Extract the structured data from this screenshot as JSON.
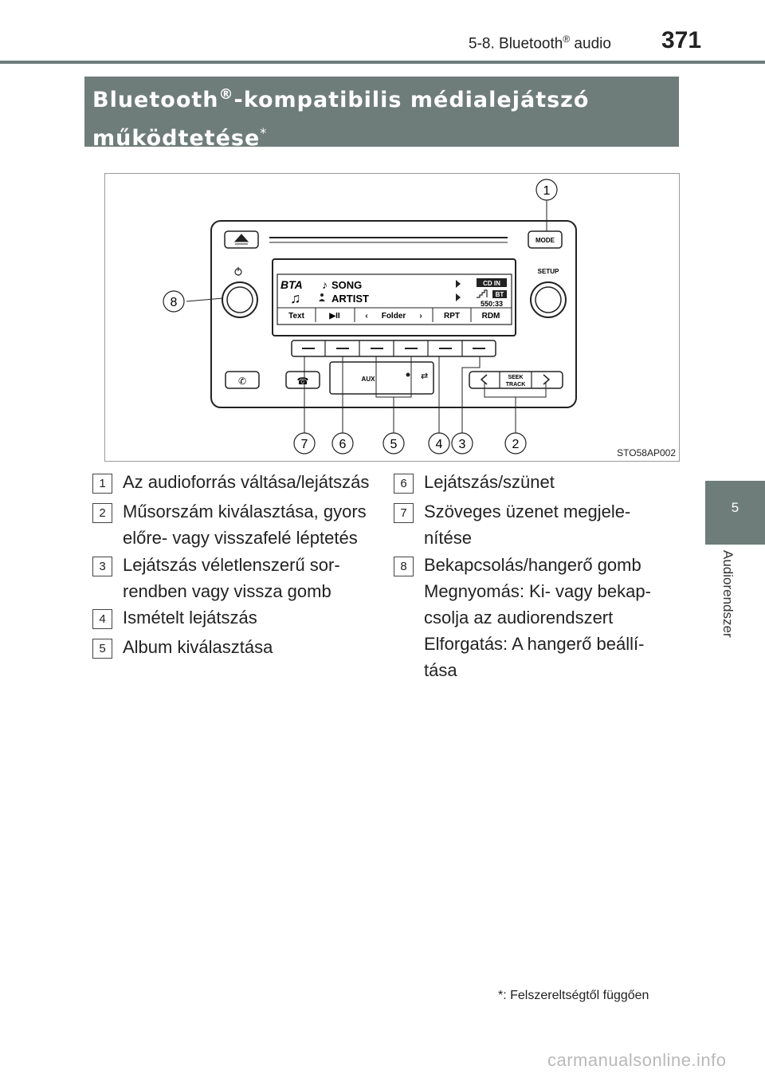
{
  "header": {
    "section_prefix": "5-8. Bluetooth",
    "section_sup": "®",
    "section_suffix": " audio",
    "page_number": "371"
  },
  "side_tab": {
    "number": "5",
    "label": "Audiorendszer"
  },
  "banner": {
    "title_part1": "Bluetooth",
    "title_sup": "®",
    "title_part2": "-kompatibilis médialejátszó",
    "title_line2": "működtetése",
    "title_star": "*"
  },
  "figure": {
    "code": "STO58AP002",
    "callouts": [
      "1",
      "2",
      "3",
      "4",
      "5",
      "6",
      "7",
      "8"
    ],
    "unit": {
      "mode_label": "MODE",
      "setup_label": "SETUP",
      "seek_label": "SEEK",
      "track_label": "TRACK",
      "aux_label": "AUX",
      "display": {
        "source": "BTA",
        "song": "SONG",
        "artist": "ARTIST",
        "cd_in": "CD IN",
        "bt": "BT",
        "time": "550:33",
        "soft_keys": [
          "Text",
          "▶II",
          "Folder",
          "RPT",
          "RDM"
        ]
      }
    }
  },
  "legend_left": [
    {
      "num": "1",
      "lines": [
        "Az audioforrás váltása/lejátszás"
      ]
    },
    {
      "num": "2",
      "lines": [
        "Műsorszám kiválasztása, gyors",
        "előre- vagy visszafelé léptetés"
      ]
    },
    {
      "num": "3",
      "lines": [
        "Lejátszás véletlenszerű sor-",
        "rendben vagy vissza gomb"
      ]
    },
    {
      "num": "4",
      "lines": [
        "Ismételt lejátszás"
      ]
    },
    {
      "num": "5",
      "lines": [
        "Album kiválasztása"
      ]
    }
  ],
  "legend_right": [
    {
      "num": "6",
      "lines": [
        "Lejátszás/szünet"
      ]
    },
    {
      "num": "7",
      "lines": [
        "Szöveges üzenet megjele-",
        "nítése"
      ]
    },
    {
      "num": "8",
      "lines": [
        "Bekapcsolás/hangerő gomb",
        "Megnyomás: Ki- vagy bekap-",
        "csolja az audiorendszert",
        "Elforgatás: A hangerő beállí-",
        "tása"
      ]
    }
  ],
  "footnote": {
    "star": "*",
    "text": ": Felszereltségtől függően"
  },
  "watermark": "carmanualsonline.info"
}
